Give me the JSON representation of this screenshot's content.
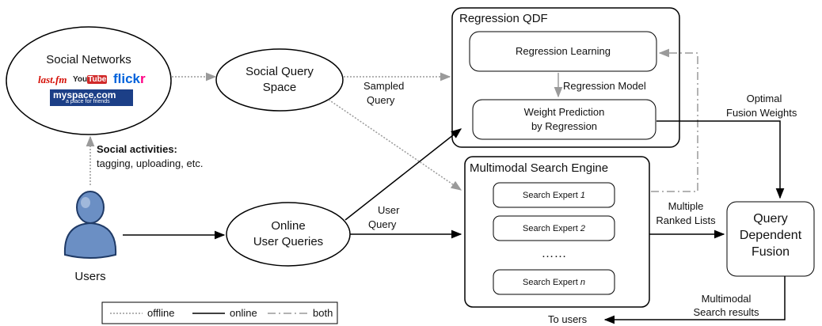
{
  "social_networks": {
    "title": "Social Networks",
    "logos": {
      "lastfm": "last.fm",
      "youtube_you": "You",
      "youtube_tube": "Tube",
      "flickr_flick": "flick",
      "flickr_r": "r",
      "myspace": "myspace.com",
      "myspace_tagline": "a place for friends"
    }
  },
  "social_query_space": {
    "line1": "Social Query",
    "line2": "Space"
  },
  "sampled_query": {
    "line1": "Sampled",
    "line2": "Query"
  },
  "regression_qdf": {
    "title": "Regression QDF",
    "regression_learning": "Regression Learning",
    "regression_model": "Regression Model",
    "weight_prediction": {
      "line1": "Weight Prediction",
      "line2": "by Regression"
    }
  },
  "optimal_fusion_weights": {
    "line1": "Optimal",
    "line2": "Fusion Weights"
  },
  "social_activities": {
    "heading": "Social activities:",
    "detail": "tagging, uploading, etc."
  },
  "users_label": "Users",
  "online_user_queries": {
    "line1": "Online",
    "line2": "User Queries"
  },
  "user_query": {
    "line1": "User",
    "line2": "Query"
  },
  "search_engine": {
    "title": "Multimodal Search Engine",
    "expert_prefix": "Search Expert ",
    "experts": [
      "1",
      "2",
      "n"
    ],
    "ellipsis": "……"
  },
  "multiple_ranked_lists": {
    "line1": "Multiple",
    "line2": "Ranked Lists"
  },
  "query_dependent_fusion": {
    "line1": "Query",
    "line2": "Dependent",
    "line3": "Fusion"
  },
  "multimodal_search_results": {
    "line1": "Multimodal",
    "line2": "Search results"
  },
  "to_users": "To users",
  "legend": {
    "offline": "offline",
    "online": "online",
    "both": "both"
  },
  "colors": {
    "stroke": "#000000",
    "dashed": "#9a9a9a",
    "user_icon": "#6b8fc4",
    "user_icon_dark": "#1f3a66"
  }
}
